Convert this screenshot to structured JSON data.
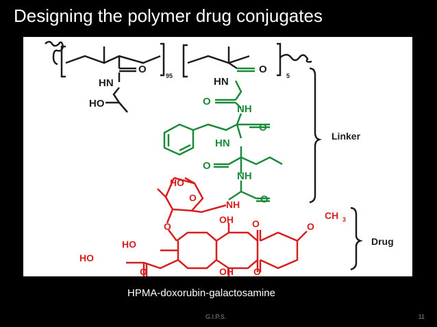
{
  "slide": {
    "title": "Designing the polymer drug conjugates",
    "caption": "HPMA-doxorubin-galactosamine",
    "footer_center": "G.I.P.S.",
    "page_number": "11"
  },
  "figure": {
    "backbone": {
      "left_subscript": "95",
      "right_subscript": "5"
    },
    "labels": {
      "hn_left": "HN",
      "ho_left": "HO",
      "o_left": "O",
      "hn_right": "HN",
      "o_right": "O",
      "linker": "Linker",
      "drug": "Drug"
    },
    "linker_atoms": {
      "o1": "O",
      "nh1": "NH",
      "o2": "O",
      "hn2": "HN",
      "o3": "O",
      "nh2": "NH",
      "o4": "O"
    },
    "drug_atoms": {
      "ho_sugar": "HO",
      "o_ring": "O",
      "nh_sugar": "NH",
      "o_glyco": "O",
      "oh_top": "OH",
      "o_quinone_top": "O",
      "o_methoxy": "O",
      "ch3": "CH",
      "ch3_sub": "3",
      "ho_c9": "HO",
      "ho_side": "HO",
      "o_keto": "O",
      "oh_bottom": "OH",
      "o_quinone_bottom": "O"
    },
    "colors": {
      "backbone": "#1c1c1c",
      "linker": "#1a8a3a",
      "drug": "#d61e1e"
    }
  }
}
